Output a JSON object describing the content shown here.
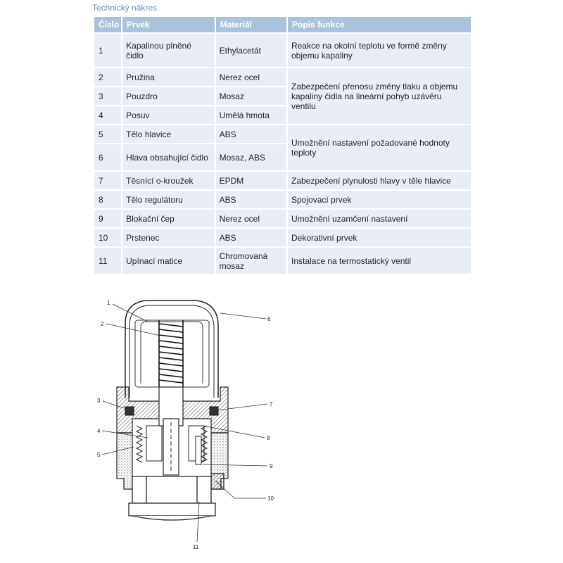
{
  "page": {
    "title": "Technický nákres"
  },
  "table": {
    "headers": [
      "Číslo",
      "Prvek",
      "Materiál",
      "Popis funkce"
    ],
    "rows": [
      {
        "num": "1",
        "part": "Kapalinou plněné čidlo",
        "material": "Ethylacetát",
        "desc": "Reakce na okolní teplotu ve formě změny objemu kapaliny"
      },
      {
        "num": "2",
        "part": "Pružina",
        "material": "Nerez ocel",
        "desc": "Zabezpečení přenosu změny tlaku a objemu kapaliny čidla na lineární pohyb uzávěru ventilu"
      },
      {
        "num": "3",
        "part": "Pouzdro",
        "material": "Mosaz"
      },
      {
        "num": "4",
        "part": "Posuv",
        "material": "Umělá hmota"
      },
      {
        "num": "5",
        "part": "Tělo hlavice",
        "material": "ABS",
        "desc": "Umožnění nastavení požadované hodnoty teploty"
      },
      {
        "num": "6",
        "part": "Hlava obsahující čidlo",
        "material": "Mosaz, ABS"
      },
      {
        "num": "7",
        "part": "Těsnící o-kroužek",
        "material": "EPDM",
        "desc": "Zabezpečení plynulosti hlavy v těle hlavice"
      },
      {
        "num": "8",
        "part": "Tělo regulátoru",
        "material": "ABS",
        "desc": "Spojovací prvek"
      },
      {
        "num": "9",
        "part": "Blokační čep",
        "material": "Nerez ocel",
        "desc": "Umožnění uzamčení nastavení"
      },
      {
        "num": "10",
        "part": "Prstenec",
        "material": "ABS",
        "desc": "Dekorativní prvek"
      },
      {
        "num": "11",
        "part": "Upínací matice",
        "material": "Chromovaná mosaz",
        "desc": "Instalace na termostatický ventil"
      }
    ]
  },
  "drawing": {
    "callouts": [
      "1",
      "2",
      "3",
      "4",
      "5",
      "6",
      "7",
      "8",
      "9",
      "10",
      "11"
    ]
  }
}
